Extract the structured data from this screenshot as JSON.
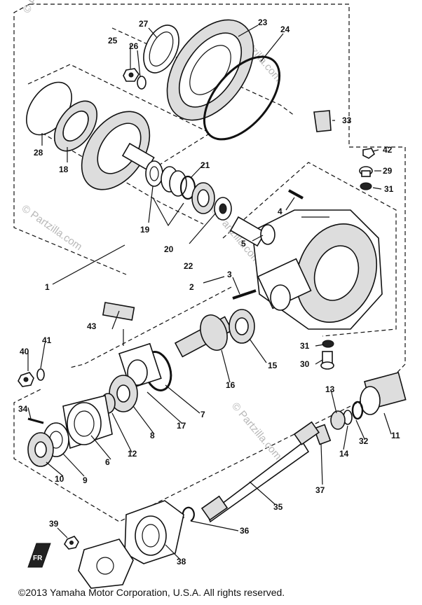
{
  "callouts": {
    "c1": "1",
    "c2": "2",
    "c3": "3",
    "c4": "4",
    "c5": "5",
    "c6": "6",
    "c7": "7",
    "c8": "8",
    "c9": "9",
    "c10": "10",
    "c11": "11",
    "c12": "12",
    "c13": "13",
    "c14": "14",
    "c15": "15",
    "c16": "16",
    "c17": "17",
    "c18": "18",
    "c19": "19",
    "c20": "20",
    "c21": "21",
    "c22": "22",
    "c23": "23",
    "c24": "24",
    "c25": "25",
    "c26": "26",
    "c27": "27",
    "c28": "28",
    "c29": "29",
    "c30": "30",
    "c31a": "31",
    "c31b": "31",
    "c32": "32",
    "c33": "33",
    "c34": "34",
    "c35": "35",
    "c36": "36",
    "c37": "37",
    "c38": "38",
    "c39": "39",
    "c40": "40",
    "c41": "41",
    "c42": "42",
    "c43": "43"
  },
  "watermark": {
    "w1": "© Partzilla.com",
    "w2": "© Partzilla.com",
    "w3": "© Partzilla.com",
    "w4": "© Partzilla.com",
    "w5": "© Partzilla.com"
  },
  "fr_label": "FR",
  "copyright": "©2013  Yamaha Motor Corporation, U.S.A. All rights reserved."
}
